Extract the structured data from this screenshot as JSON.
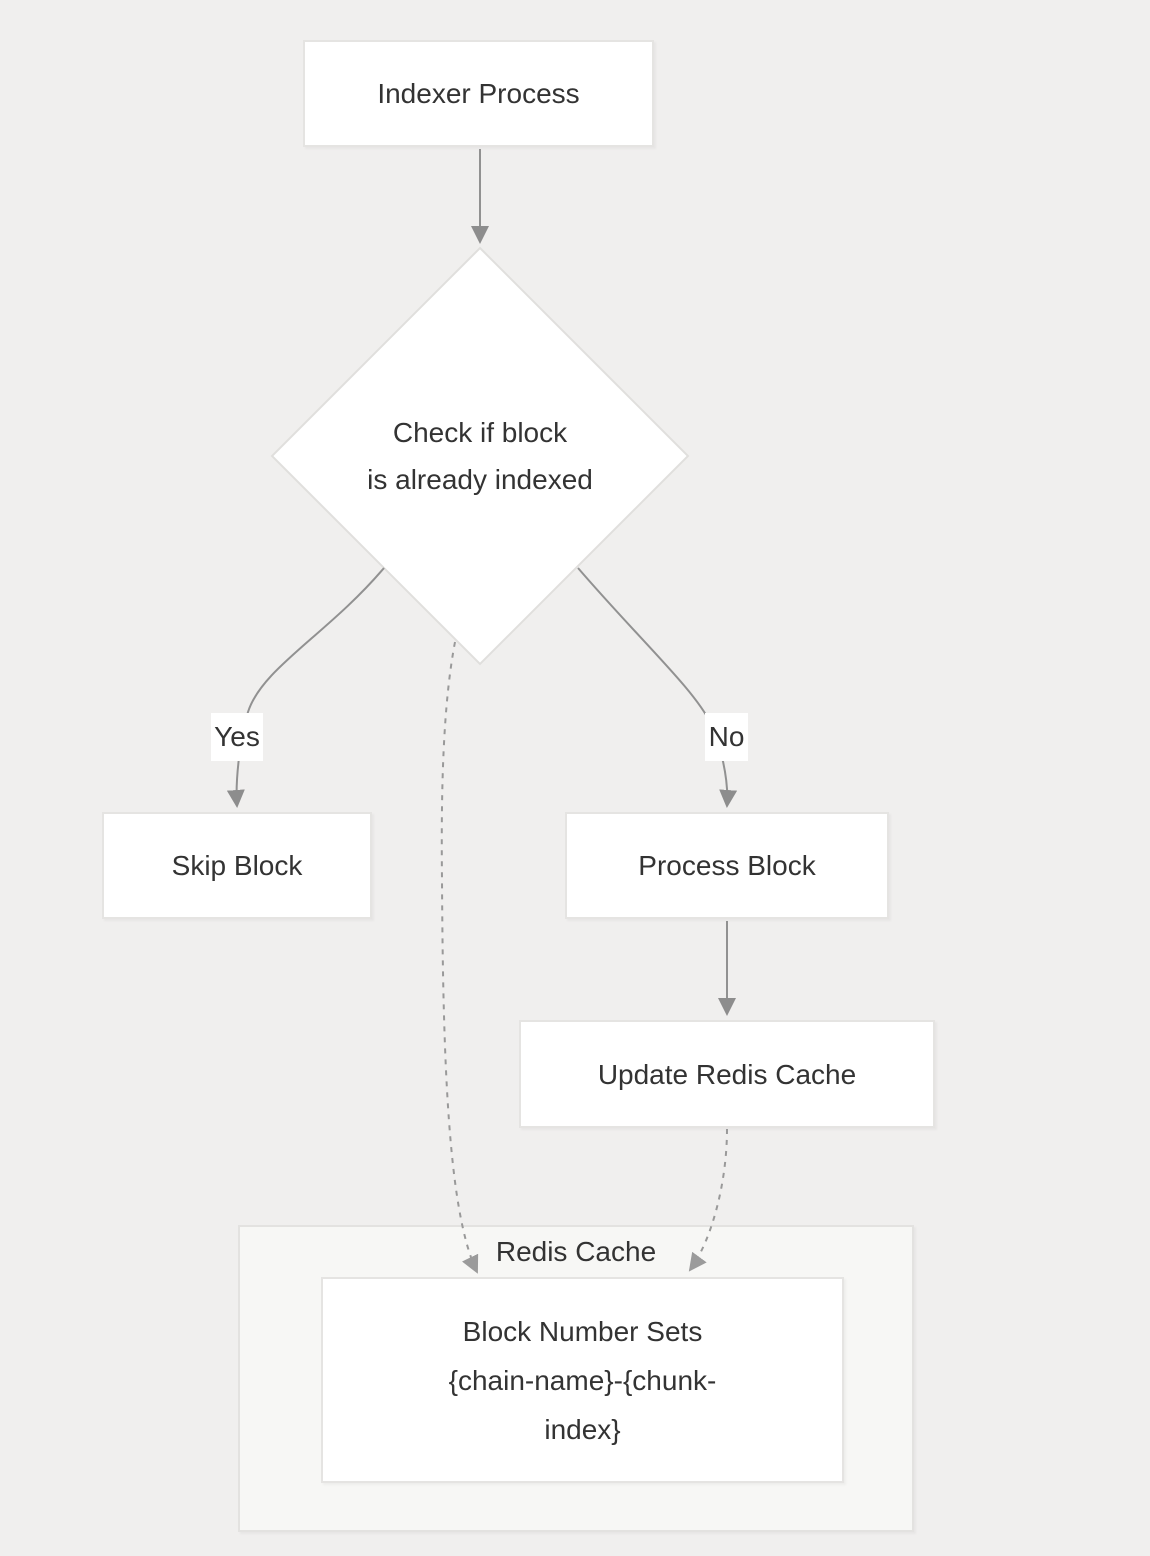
{
  "flowchart": {
    "nodes": {
      "indexer": {
        "label": "Indexer Process"
      },
      "decision": {
        "lines": [
          "Check if block",
          "is already indexed"
        ]
      },
      "skip": {
        "label": "Skip Block"
      },
      "process": {
        "label": "Process Block"
      },
      "update": {
        "label": "Update Redis Cache"
      },
      "block_number_sets": {
        "lines": [
          "Block Number Sets",
          "{chain-name}-{chunk-",
          "index}"
        ]
      }
    },
    "subgraph": {
      "label": "Redis Cache"
    },
    "edge_labels": {
      "yes": "Yes",
      "no": "No"
    },
    "colors": {
      "background": "#f0efee",
      "node_fill": "#ffffff",
      "node_border": "#e5e4e2",
      "subgraph_fill": "#f7f7f5",
      "subgraph_border": "#e3e2e0",
      "text": "#333333",
      "edge": "#919191",
      "arrowhead": "#8d8d8d",
      "dashed_edge": "#999999"
    }
  }
}
